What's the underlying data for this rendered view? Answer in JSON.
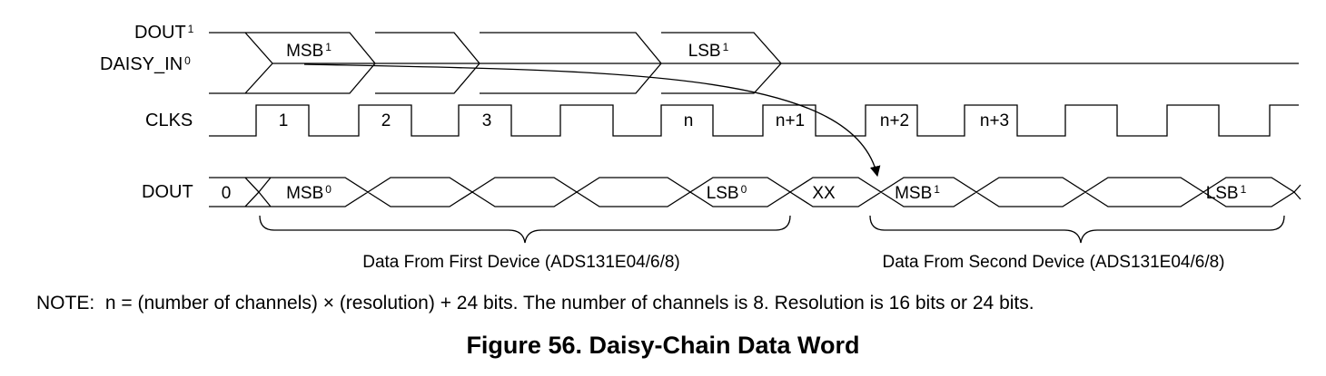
{
  "signals": {
    "dout1": {
      "name": "DOUT",
      "sub": "1"
    },
    "daisy_in0": {
      "name": "DAISY_IN",
      "sub": "0"
    },
    "clks": {
      "name": "CLKS"
    },
    "dout": {
      "name": "DOUT"
    }
  },
  "daisy_in_bits": [
    {
      "text": "MSB",
      "sub": "1"
    },
    {
      "text": "",
      "sub": ""
    },
    {
      "text": "",
      "sub": ""
    },
    {
      "text": "LSB",
      "sub": "1"
    }
  ],
  "clock_labels": [
    "1",
    "2",
    "3",
    "",
    "n",
    "n+1",
    "n+2",
    "n+3",
    "",
    "",
    ""
  ],
  "dout_bits": [
    {
      "text": "0",
      "sub": ""
    },
    {
      "text": "MSB",
      "sub": "0"
    },
    {
      "text": "",
      "sub": ""
    },
    {
      "text": "",
      "sub": ""
    },
    {
      "text": "",
      "sub": ""
    },
    {
      "text": "LSB",
      "sub": "0"
    },
    {
      "text": "XX",
      "sub": ""
    },
    {
      "text": "MSB",
      "sub": "1"
    },
    {
      "text": "",
      "sub": ""
    },
    {
      "text": "",
      "sub": ""
    },
    {
      "text": "LSB",
      "sub": "1"
    }
  ],
  "braces": [
    {
      "label": "Data From First Device (ADS131E04/6/8)"
    },
    {
      "label": "Data From Second Device (ADS131E04/6/8)"
    }
  ],
  "note": "NOTE:  n = (number of channels) × (resolution) + 24 bits. The number of channels is 8. Resolution is 16 bits or 24 bits.",
  "caption": "Figure 56.  Daisy-Chain Data Word"
}
